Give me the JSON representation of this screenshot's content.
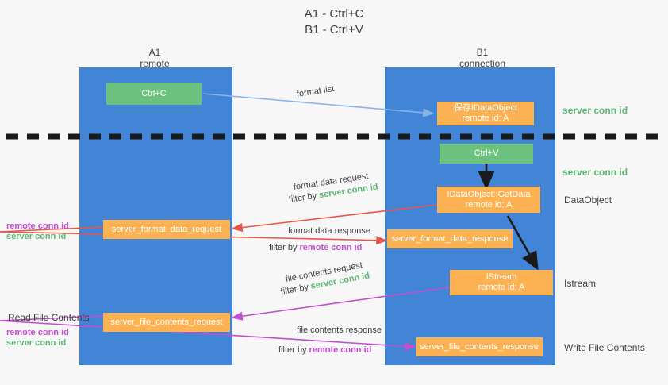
{
  "title": {
    "line1": "A1 - Ctrl+C",
    "line2": "B1 - Ctrl+V"
  },
  "colors": {
    "lane": "#4285d6",
    "green_box": "#6cc17f",
    "orange_box": "#fcb252",
    "server_conn_green": "#5cb773",
    "remote_conn_purple": "#c24fd0",
    "arrow_blue": "#8ab4e8",
    "arrow_red": "#e8564a",
    "arrow_magenta": "#c24fd0",
    "arrow_black": "#1a1a1a",
    "background": "#f7f7f7"
  },
  "columns": [
    {
      "name": "A1",
      "sub": "remote"
    },
    {
      "name": "B1",
      "sub": "connection"
    }
  ],
  "boxes": {
    "ctrl_c": {
      "line1": "Ctrl+C"
    },
    "save_idataobject": {
      "line1": "保存IDataObject",
      "line2": "remote id: A"
    },
    "ctrl_v": {
      "line1": "Ctrl+V"
    },
    "getdata": {
      "line1": "IDataObject::GetData",
      "line2": "remote id: A"
    },
    "istream": {
      "line1": "IStream",
      "line2": "remote id: A"
    },
    "server_format_data_request": {
      "line1": "server_format_data_request"
    },
    "server_format_data_response": {
      "line1": "server_format_data_response"
    },
    "server_file_contents_request": {
      "line1": "server_file_contents_request"
    },
    "server_file_contents_response": {
      "line1": "server_file_contents_response"
    }
  },
  "edge_labels": {
    "format_list": "format list",
    "format_data_request": "format data request",
    "format_data_request_filter_prefix": "filter by ",
    "format_data_request_filter_value": "server conn id",
    "format_data_response": "format data response",
    "format_data_response_filter_prefix": "filter by ",
    "format_data_response_filter_value": "remote conn id",
    "file_contents_request": "file contents request",
    "file_contents_request_filter_prefix": "filter by ",
    "file_contents_request_filter_value": "server conn id",
    "file_contents_response": "file contents response",
    "file_contents_response_filter_prefix": "filter by ",
    "file_contents_response_filter_value": "remote conn id"
  },
  "right_labels": {
    "server_conn_id_top": "server conn id",
    "server_conn_id_mid": "server conn id",
    "dataobject": "DataObject",
    "istream": "Istream",
    "write_file_contents": "Write File Contents"
  },
  "left_labels": {
    "remote_conn_id_upper": "remote conn id",
    "server_conn_id_upper": "server conn id",
    "read_file_contents": "Read File Contents",
    "remote_conn_id_lower": "remote conn id",
    "server_conn_id_lower": "server conn id"
  }
}
